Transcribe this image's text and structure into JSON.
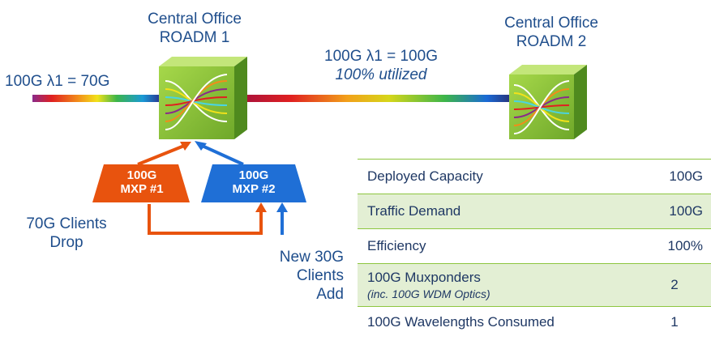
{
  "roadm1": {
    "line1": "Central Office",
    "line2": "ROADM 1"
  },
  "roadm2": {
    "line1": "Central Office",
    "line2": "ROADM 2"
  },
  "link_left_label": "100G λ1 = 70G",
  "link_mid_label": "100G λ1 = 100G",
  "link_mid_util": "100% utilized",
  "mxp1": {
    "line1": "100G",
    "line2": "MXP #1",
    "color": "#e8530e"
  },
  "mxp2": {
    "line1": "100G",
    "line2": "MXP #2",
    "color": "#1f6fd6"
  },
  "drop_label": {
    "line1": "70G Clients",
    "line2": "Drop"
  },
  "add_label": {
    "line1": "New 30G",
    "line2": "Clients",
    "line3": "Add"
  },
  "colors": {
    "roadm": "#8dc63f",
    "text": "#1f4e8c",
    "table_shade": "#e3efd4"
  },
  "table": {
    "rows": [
      {
        "label": "Deployed Capacity",
        "value": "100G"
      },
      {
        "label": "Traffic Demand",
        "value": "100G"
      },
      {
        "label": "Efficiency",
        "value": "100%"
      },
      {
        "label": "100G Muxponders",
        "sublabel": "(inc. 100G WDM Optics)",
        "value": "2"
      },
      {
        "label": "100G Wavelengths Consumed",
        "value": "1"
      }
    ]
  }
}
